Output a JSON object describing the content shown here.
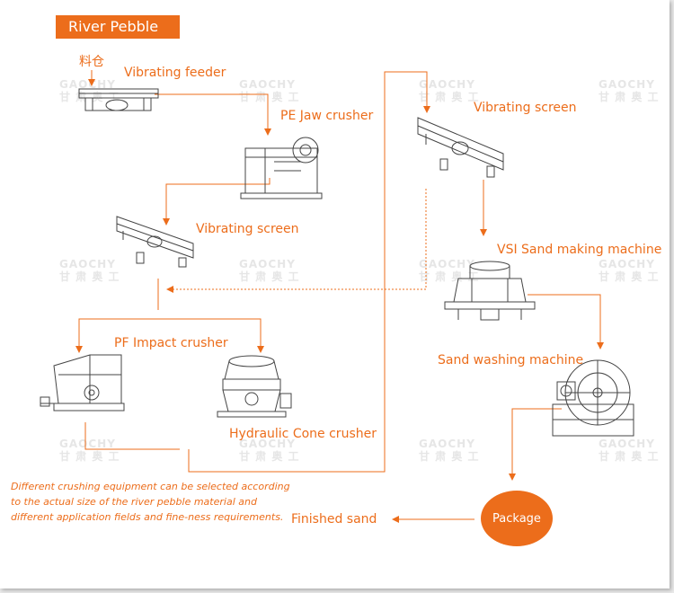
{
  "title": "River Pebble",
  "colors": {
    "accent": "#ec6d1b",
    "line_art": "#444444",
    "flow_line": "#ec6d1b"
  },
  "labels": {
    "feed_bin": "料仓",
    "vibrating_feeder": "Vibrating feeder",
    "jaw_crusher": "PE Jaw crusher",
    "vibrating_screen_left": "Vibrating screen",
    "vibrating_screen_right": "Vibrating screen",
    "pf_impact": "PF Impact crusher",
    "cone_crusher": "Hydraulic Cone crusher",
    "vsi": "VSI Sand making machine",
    "washing": "Sand washing machine",
    "package": "Package",
    "finished_sand": "Finished sand"
  },
  "note": "Different crushing equipment can be selected according to the actual size of the river pebble material and different application fields and fine-ness requirements.",
  "watermark": {
    "line1": "GAOCHY",
    "line2": "甘 肃 奥 工"
  }
}
